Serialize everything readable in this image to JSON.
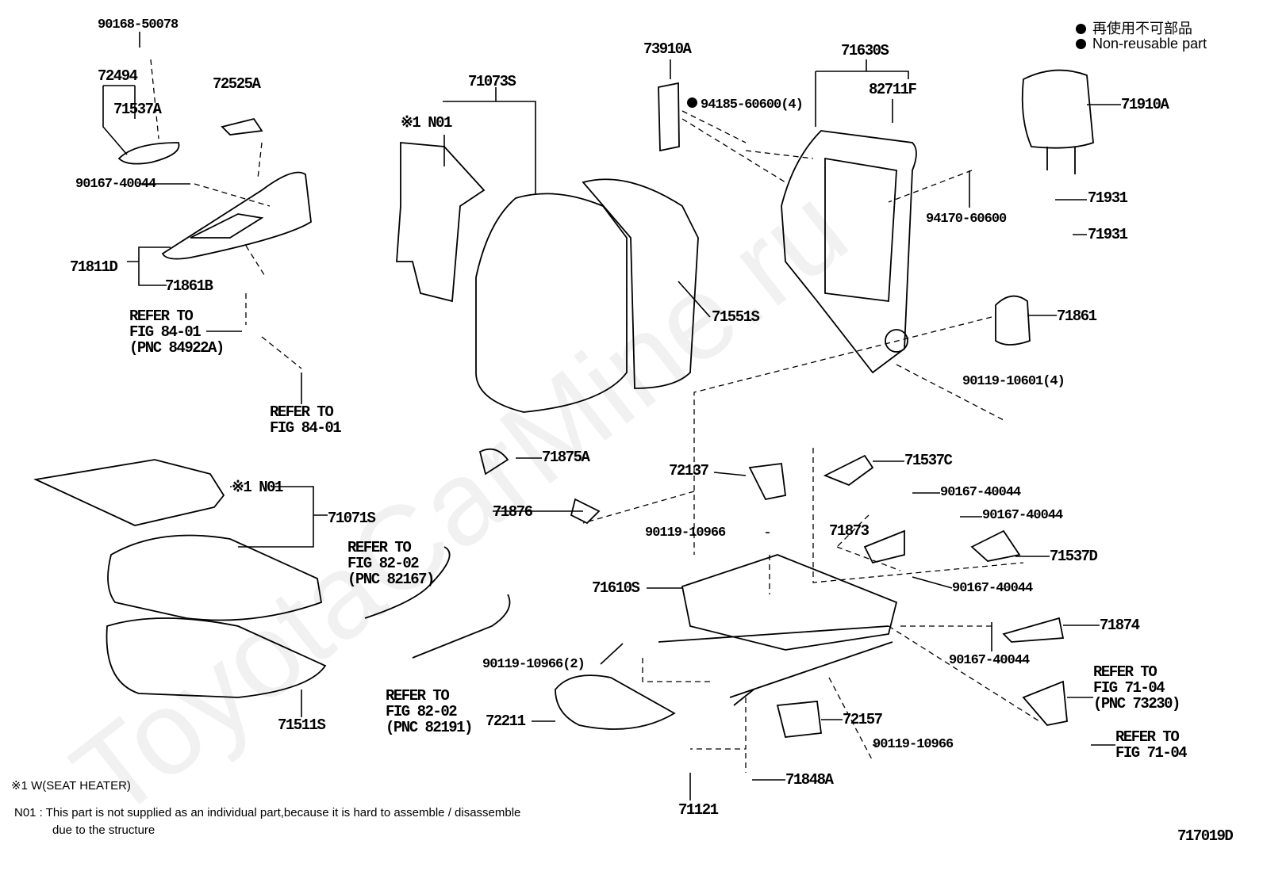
{
  "watermark": "ToyotaCarMine.ru",
  "legend": {
    "jp": "再使用不可部品",
    "en": "Non-reusable part",
    "bullet_icon": "filled-circle-icon"
  },
  "labels": [
    "90168-50078",
    "72494",
    "71537A",
    "72525A",
    "90167-40044",
    "71811D",
    "71861B",
    "REFER TO",
    "FIG 84-01",
    "(PNC 84922A)",
    "REFER TO",
    "FIG 84-01",
    "71073S",
    "※1 N01",
    "73910A",
    "94185-60600(4)",
    "71630S",
    "82711F",
    "71910A",
    "94170-60600",
    "71931",
    "71931",
    "71551S",
    "71861",
    "90119-10601(4)",
    "71875A",
    "71876",
    "72137",
    "71537C",
    "90167-40044",
    "90167-40044",
    "90119-10966",
    "71873",
    "71537D",
    "90167-40044",
    "71610S",
    "71874",
    "90167-40044",
    "REFER TO",
    "FIG 71-04",
    "(PNC 73230)",
    "90119-10966(2)",
    "72211",
    "72157",
    "90119-10966",
    "REFER TO",
    "FIG 71-04",
    "71848A",
    "71121",
    "※1 N01",
    "71071S",
    "REFER TO",
    "FIG 82-02",
    "(PNC 82167)",
    "REFER TO",
    "FIG 82-02",
    "(PNC 82191)",
    "71511S",
    "717019D"
  ],
  "footnotes": {
    "note1": "※1   W(SEAT  HEATER)",
    "n01_line1": "N01 : This part is not supplied as an individual part,because it is hard to assemble / disassemble",
    "n01_line2": "due to the structure"
  }
}
